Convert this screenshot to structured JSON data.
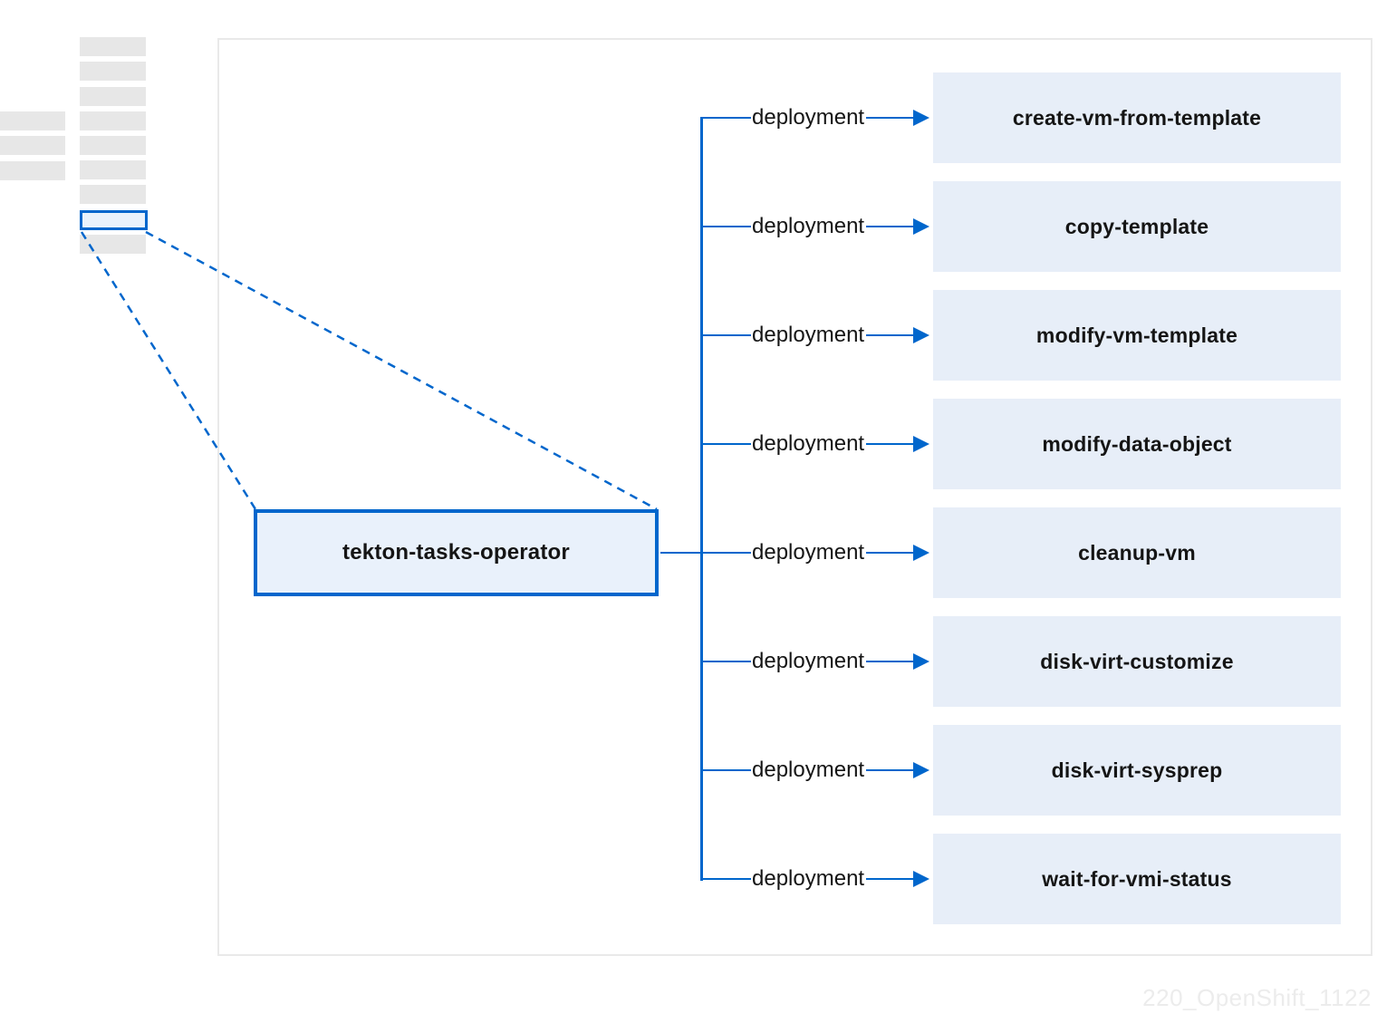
{
  "diagram": {
    "operator": {
      "label": "tekton-tasks-operator"
    },
    "rows": [
      {
        "label": "deployment",
        "target": "create-vm-from-template"
      },
      {
        "label": "deployment",
        "target": "copy-template"
      },
      {
        "label": "deployment",
        "target": "modify-vm-template"
      },
      {
        "label": "deployment",
        "target": "modify-data-object"
      },
      {
        "label": "deployment",
        "target": "cleanup-vm"
      },
      {
        "label": "deployment",
        "target": "disk-virt-customize"
      },
      {
        "label": "deployment",
        "target": "disk-virt-sysprep"
      },
      {
        "label": "deployment",
        "target": "wait-for-vmi-status"
      }
    ],
    "watermark": "220_OpenShift_1122",
    "colors": {
      "accent_blue": "#0066cc",
      "operator_fill": "#e9f1fb",
      "task_fill": "#e7eef8",
      "highlight_fill": "#eaf2fc",
      "skeleton_gray": "#e7e7e7",
      "frame_border": "#e9e9e9",
      "text_dark": "#151515",
      "watermark_gray": "#ececec"
    }
  }
}
